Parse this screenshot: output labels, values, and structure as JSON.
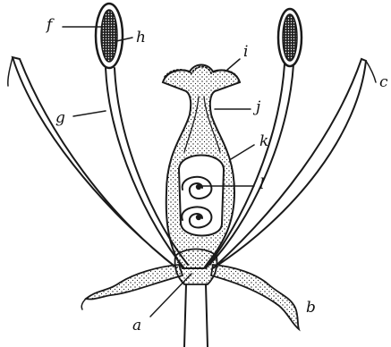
{
  "diagram": {
    "labels": {
      "a": "a",
      "b": "b",
      "c": "c",
      "f": "f",
      "g": "g",
      "h": "h",
      "i": "i",
      "j": "j",
      "k": "k",
      "l": "l"
    },
    "colors": {
      "ink": "#1a1a1a",
      "paper": "#ffffff"
    }
  }
}
